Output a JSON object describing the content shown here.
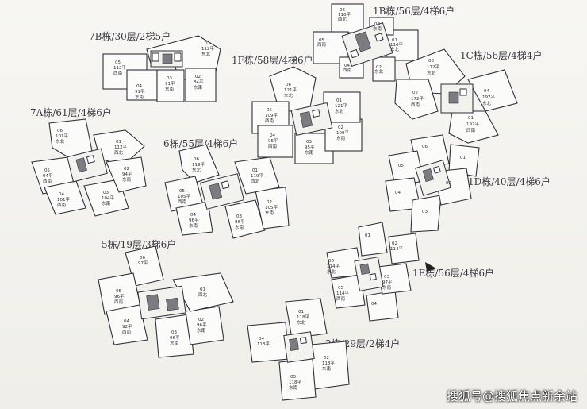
{
  "buildings": [
    {
      "id": "7b",
      "label": "7B栋/30层/2梯5户",
      "units": [
        {
          "no": "01",
          "area": "112平",
          "dir": "东北"
        },
        {
          "no": "02",
          "area": "84平",
          "dir": "东南"
        },
        {
          "no": "03",
          "area": "91平",
          "dir": "东南"
        },
        {
          "no": "04",
          "area": "91平",
          "dir": "东南"
        },
        {
          "no": "05",
          "area": "112平",
          "dir": "西南"
        }
      ]
    },
    {
      "id": "1b",
      "label": "1B栋/56层/4梯6户",
      "units": [
        {
          "no": "01",
          "area": "116平",
          "dir": "东北"
        },
        {
          "no": "02",
          "area": "",
          "dir": "东北"
        },
        {
          "no": "03",
          "area": "",
          "dir": "东南"
        },
        {
          "no": "04",
          "area": "",
          "dir": "西南"
        },
        {
          "no": "05",
          "area": "",
          "dir": "西南"
        },
        {
          "no": "06",
          "area": "116平",
          "dir": "西北"
        }
      ]
    },
    {
      "id": "1f",
      "label": "1F栋/58层/4梯6户",
      "units": [
        {
          "no": "01",
          "area": "121平",
          "dir": "东北"
        },
        {
          "no": "02",
          "area": "109平",
          "dir": "东南"
        },
        {
          "no": "03",
          "area": "95平",
          "dir": "东南"
        },
        {
          "no": "04",
          "area": "95平",
          "dir": "西南"
        },
        {
          "no": "05",
          "area": "109平",
          "dir": "西南"
        },
        {
          "no": "06",
          "area": "121平",
          "dir": "东北"
        }
      ]
    },
    {
      "id": "1c",
      "label": "1C栋/56层/4梯4户",
      "units": [
        {
          "no": "01",
          "area": "197平",
          "dir": "西南"
        },
        {
          "no": "02",
          "area": "172平",
          "dir": "西南"
        },
        {
          "no": "03",
          "area": "172平",
          "dir": "东北"
        },
        {
          "no": "04",
          "area": "197平",
          "dir": "东北"
        }
      ]
    },
    {
      "id": "7a",
      "label": "7A栋/61层/4梯6户",
      "units": [
        {
          "no": "01",
          "area": "112平",
          "dir": "西北"
        },
        {
          "no": "02",
          "area": "94平",
          "dir": "东南"
        },
        {
          "no": "03",
          "area": "104平",
          "dir": "东南"
        },
        {
          "no": "04",
          "area": "101平",
          "dir": "西南"
        },
        {
          "no": "05",
          "area": "94平",
          "dir": "西南"
        },
        {
          "no": "06",
          "area": "101平",
          "dir": "东北"
        }
      ]
    },
    {
      "id": "6",
      "label": "6栋/55层/4梯6户",
      "units": [
        {
          "no": "01",
          "area": "119平",
          "dir": "西北"
        },
        {
          "no": "02",
          "area": "105平",
          "dir": "东南"
        },
        {
          "no": "03",
          "area": "96平",
          "dir": "东南"
        },
        {
          "no": "04",
          "area": "96平",
          "dir": "东南"
        },
        {
          "no": "05",
          "area": "105平",
          "dir": "西南"
        },
        {
          "no": "06",
          "area": "119平",
          "dir": "东北"
        }
      ]
    },
    {
      "id": "1d",
      "label": "1D栋/40层/4梯6户",
      "units": [
        {
          "no": "01",
          "area": "",
          "dir": ""
        },
        {
          "no": "02",
          "area": "",
          "dir": ""
        },
        {
          "no": "03",
          "area": "",
          "dir": ""
        },
        {
          "no": "04",
          "area": "",
          "dir": ""
        },
        {
          "no": "05",
          "area": "",
          "dir": ""
        },
        {
          "no": "06",
          "area": "",
          "dir": ""
        }
      ]
    },
    {
      "id": "5",
      "label": "5栋/19层/3梯6户",
      "units": [
        {
          "no": "01",
          "area": "",
          "dir": "西北"
        },
        {
          "no": "02",
          "area": "96平",
          "dir": "东南"
        },
        {
          "no": "03",
          "area": "96平",
          "dir": "东南"
        },
        {
          "no": "04",
          "area": "92平",
          "dir": "西南"
        },
        {
          "no": "05",
          "area": "96平",
          "dir": "西南"
        },
        {
          "no": "06",
          "area": "97平",
          "dir": ""
        }
      ]
    },
    {
      "id": "1e",
      "label": "1E栋/56层/4梯6户",
      "units": [
        {
          "no": "01",
          "area": "",
          "dir": ""
        },
        {
          "no": "02",
          "area": "114平",
          "dir": ""
        },
        {
          "no": "03",
          "area": "97平",
          "dir": "东南"
        },
        {
          "no": "04",
          "area": "",
          "dir": ""
        },
        {
          "no": "05",
          "area": "114平",
          "dir": "西南"
        },
        {
          "no": "06",
          "area": "114平",
          "dir": "东北"
        }
      ]
    },
    {
      "id": "2",
      "label": "2栋/29层/2梯4户",
      "units": [
        {
          "no": "01",
          "area": "118平",
          "dir": "东北"
        },
        {
          "no": "02",
          "area": "118平",
          "dir": "东南"
        },
        {
          "no": "03",
          "area": "118平",
          "dir": "东南"
        },
        {
          "no": "04",
          "area": "118平",
          "dir": ""
        }
      ]
    }
  ],
  "watermark": "搜狐号@搜狐焦点新余站"
}
